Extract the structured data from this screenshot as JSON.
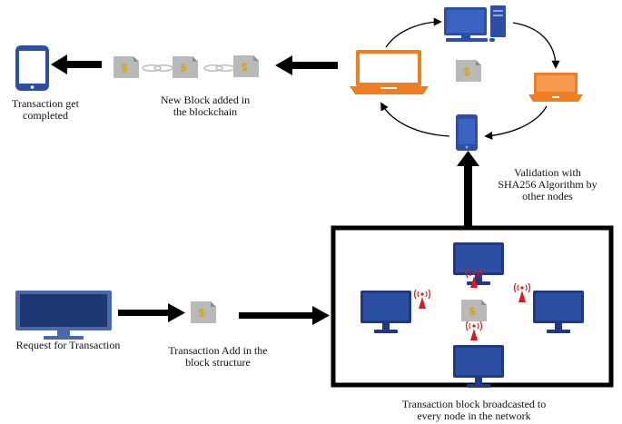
{
  "labels": {
    "transaction_completed": [
      "Transaction get",
      "completed"
    ],
    "new_block": [
      "New Block added in",
      "the blockchain"
    ],
    "validation": [
      "Validation with",
      "SHA256 Algorithm by",
      "other nodes"
    ],
    "request": [
      "Request for Transaction"
    ],
    "add_block": [
      "Transaction Add in the",
      "block structure"
    ],
    "broadcast": [
      "Transaction block broadcasted to",
      "every node in the network"
    ]
  },
  "block_symbol": "$",
  "colors": {
    "monitor_blue": "#2c4fa3",
    "monitor_frame": "#1f3a80",
    "laptop_orange": "#ef7d22",
    "block_gray": "#b9b9b9",
    "coin_gold": "#d6a300",
    "signal_red": "#e01818",
    "arrow_black": "#000000"
  },
  "icons": {
    "phone": "smartphone-icon",
    "desktop": "desktop-computer-icon",
    "laptop": "laptop-icon",
    "monitor": "monitor-icon",
    "block": "block-icon",
    "signal": "wireless-signal-icon"
  }
}
